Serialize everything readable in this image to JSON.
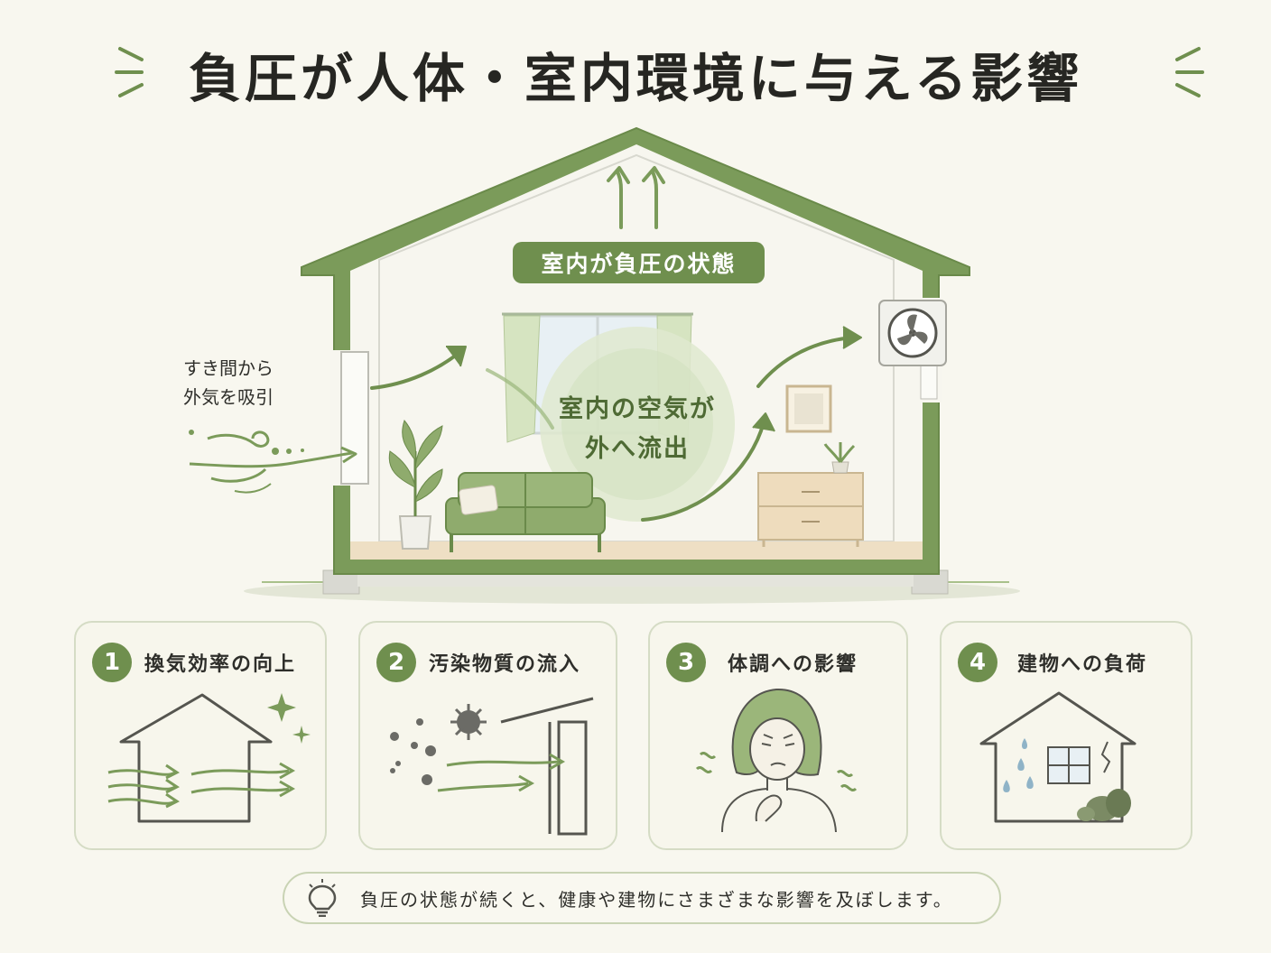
{
  "title": "負圧が人体・室内環境に与える影響",
  "house": {
    "status_label": "室内が負圧の状態",
    "flow_line1": "室内の空気が",
    "flow_line2": "外へ流出",
    "gap_line1": "すき間から",
    "gap_line2": "外気を吸引"
  },
  "cards": [
    {
      "number": "1",
      "label": "換気効率の向上",
      "icon": "ventilation-house-icon"
    },
    {
      "number": "2",
      "label": "汚染物質の流入",
      "icon": "pollutant-inflow-icon"
    },
    {
      "number": "3",
      "label": "体調への影響",
      "icon": "unwell-person-icon"
    },
    {
      "number": "4",
      "label": "建物への負荷",
      "icon": "damaged-house-icon"
    }
  ],
  "footer": {
    "icon": "lightbulb-icon",
    "text": "負圧の状態が続くと、健康や建物にさまざまな影響を及ぼします。"
  },
  "colors": {
    "accent": "#6f8f4e",
    "background": "#f8f7ef",
    "light_green": "#a9c18b",
    "card_border": "#d5dcc5"
  }
}
